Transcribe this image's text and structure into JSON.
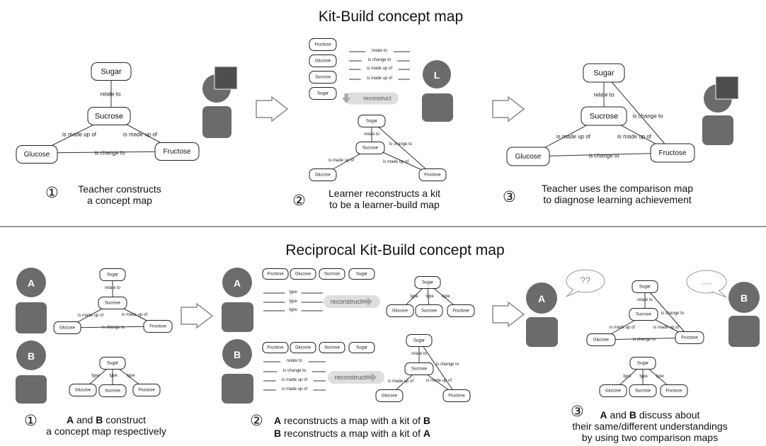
{
  "titles": {
    "top": "Kit-Build concept map",
    "bottom": "Reciprocal Kit-Build concept map"
  },
  "markers": {
    "one": "①",
    "two": "②",
    "three": "③"
  },
  "person_labels": {
    "learner": "L",
    "a": "A",
    "b": "B"
  },
  "concepts": {
    "sugar": "Sugar",
    "sucrose": "Sucrose",
    "glucose": "Glucose",
    "fructose": "Fructose"
  },
  "links": {
    "relate_to": "relate to",
    "is_change_to": "is change to",
    "is_made_up_of": "is made up of",
    "type": "type"
  },
  "reconstruct_label": "reconstruct",
  "bubbles": {
    "left": "??",
    "right": "...."
  },
  "captions": {
    "top1": [
      "Teacher constructs",
      "a concept map"
    ],
    "top2": [
      "Learner reconstructs a kit",
      "to be a learner-build map"
    ],
    "top3": [
      "Teacher uses the comparison map",
      "to diagnose learning achievement"
    ],
    "bot1": {
      "a": "A",
      "and": " and ",
      "b": "B",
      "rest": " construct",
      "line2": "a concept map respectively"
    },
    "bot2": {
      "l1a": "A",
      "l1mid": " reconstructs  a map with a kit of ",
      "l1b": "B",
      "l2a": "B",
      "l2mid": " reconstructs  a map with a kit of ",
      "l2b": "A"
    },
    "bot3": {
      "a": "A",
      "and": " and ",
      "b": "B",
      "rest": " discuss about",
      "line2": "their same/different understandings",
      "line3": "by using two comparison maps"
    }
  },
  "colors": {
    "match": "#3c9a3c",
    "missing": "#3346c8",
    "excess": "#d94a3a",
    "person": "#6b6b6b"
  }
}
